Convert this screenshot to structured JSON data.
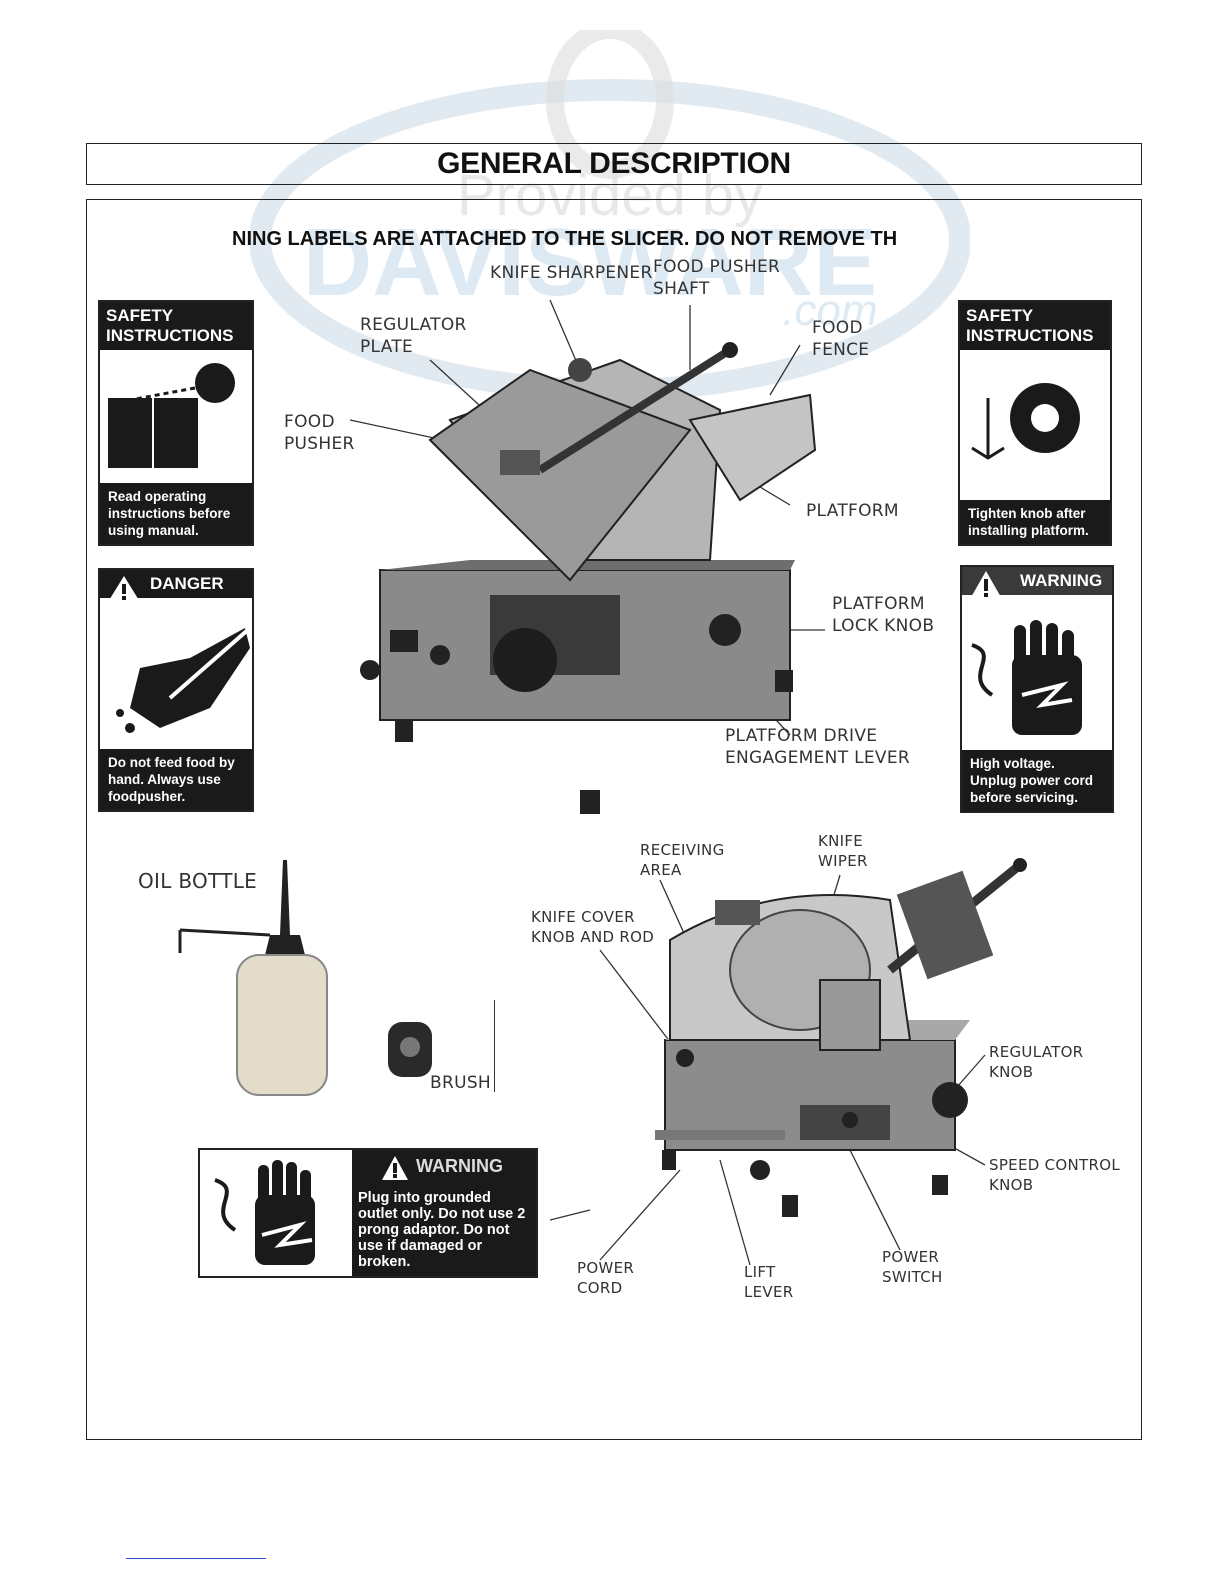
{
  "header": {
    "title": "GENERAL DESCRIPTION"
  },
  "notice": {
    "text": "NING LABELS ARE ATTACHED TO THE SLICER. DO NOT REMOVE TH"
  },
  "watermark": {
    "line1": "Provided by",
    "brand": "DAVISWARE",
    "suffix": ".com"
  },
  "labels": {
    "safety_left": {
      "heading": "SAFETY INSTRUCTIONS",
      "text": "Read operating instructions before using manual."
    },
    "safety_right": {
      "heading": "SAFETY INSTRUCTIONS",
      "text": "Tighten knob after installing platform."
    },
    "danger": {
      "heading": "DANGER",
      "text": "Do not feed food by hand. Always use foodpusher."
    },
    "warning_right": {
      "heading": "WARNING",
      "text": "High voltage. Unplug power cord before servicing."
    },
    "warning_bottom": {
      "heading": "WARNING",
      "text": "Plug into grounded outlet only. Do not use 2 prong adaptor. Do not use if damaged or broken."
    }
  },
  "callouts_top": {
    "knife_sharpener": "KNIFE SHARPENER",
    "food_pusher_shaft": "FOOD PUSHER SHAFT",
    "regulator_plate": "REGULATOR PLATE",
    "food_fence": "FOOD FENCE",
    "food_pusher": "FOOD PUSHER",
    "platform": "PLATFORM",
    "platform_lock_knob": "PLATFORM LOCK KNOB",
    "platform_drive_lever": "PLATFORM DRIVE ENGAGEMENT LEVER"
  },
  "accessories": {
    "oil_bottle": "OIL BOTTLE",
    "brush": "BRUSH"
  },
  "callouts_bottom": {
    "receiving_area": "RECEIVING AREA",
    "knife_wiper": "KNIFE WIPER",
    "knife_cover_knob": "KNIFE COVER KNOB AND ROD",
    "regulator_knob": "REGULATOR KNOB",
    "speed_control_knob": "SPEED CONTROL KNOB",
    "power_cord": "POWER CORD",
    "lift_lever": "LIFT LEVER",
    "power_switch": "POWER SWITCH"
  }
}
